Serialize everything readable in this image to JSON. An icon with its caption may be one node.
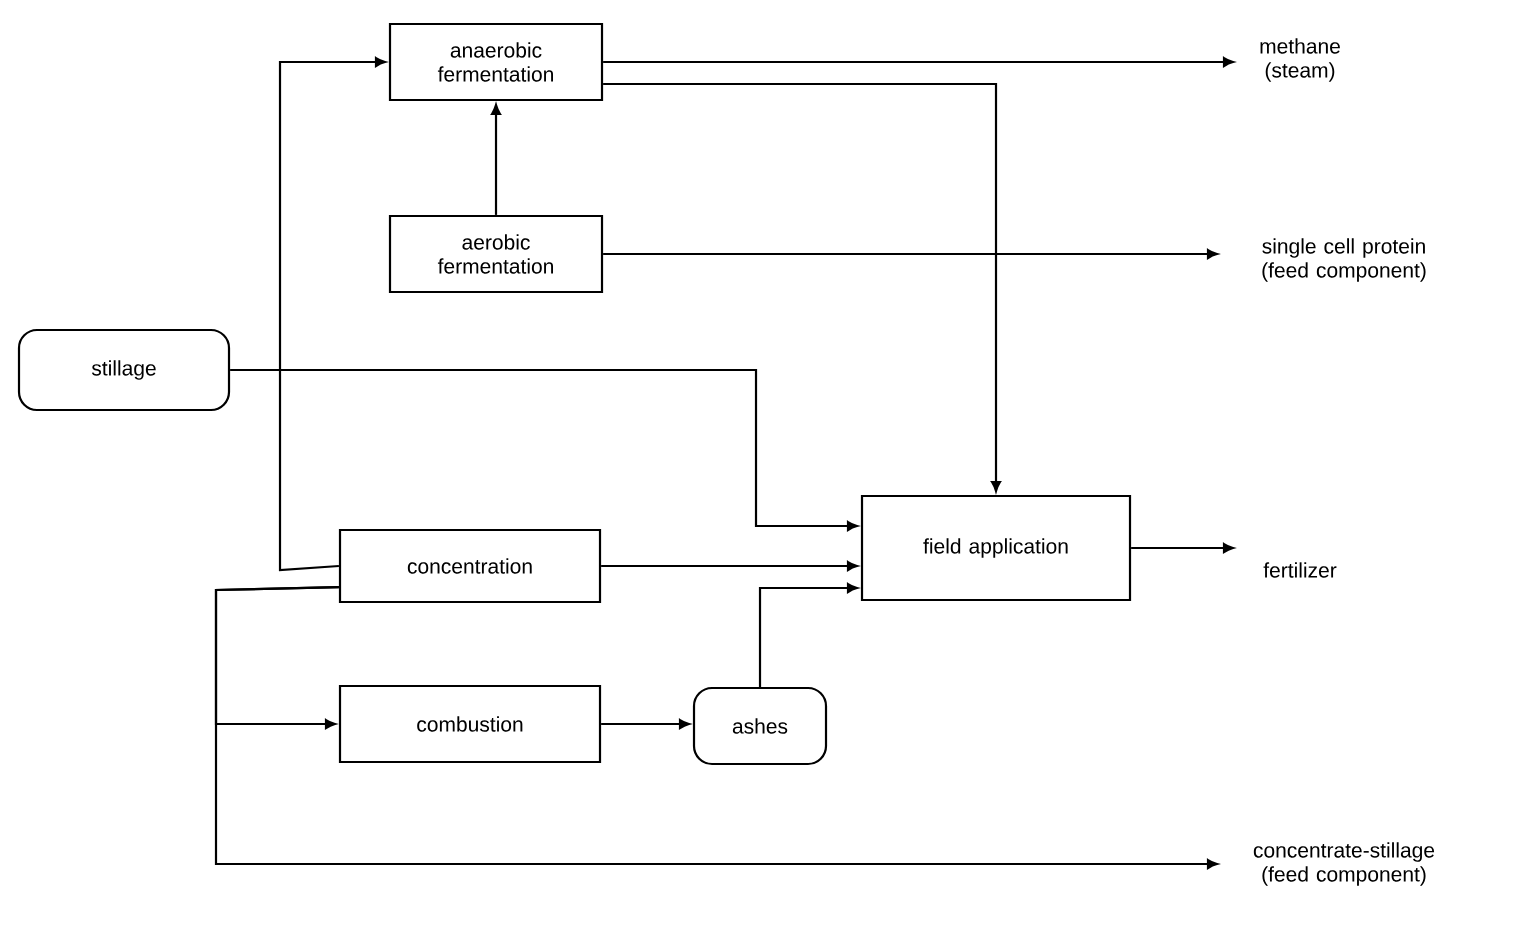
{
  "diagram": {
    "nodes": [
      {
        "text": [
          "stillage"
        ]
      },
      {
        "text": [
          "anaerobic fermentation"
        ]
      },
      {
        "text": [
          "aerobic fermentation"
        ]
      },
      {
        "text": [
          "concentration"
        ]
      },
      {
        "text": [
          "field application"
        ]
      },
      {
        "text": [
          "combustion"
        ]
      },
      {
        "text": [
          "ashes"
        ]
      },
      {
        "text": [
          "methane (steam)"
        ]
      },
      {
        "text": [
          "single cell protein (feed component)"
        ]
      },
      {
        "text": [
          "fertilizer"
        ]
      },
      {
        "text": [
          "concentrate-stillage (feed component)"
        ]
      }
    ],
    "edges": [
      {
        "from": 1,
        "to": 7,
        "arrow": "to"
      },
      {
        "from": 1,
        "to": 4,
        "arrow": "to"
      },
      {
        "from": 2,
        "to": 1,
        "arrow": "to"
      },
      {
        "from": 2,
        "to": 8,
        "arrow": "to"
      },
      {
        "from": 0,
        "to": 4,
        "arrow": "to"
      },
      {
        "from": 3,
        "to": 1,
        "arrow": "to"
      },
      {
        "from": 3,
        "to": 4,
        "arrow": "to"
      },
      {
        "from": 3,
        "to": 5,
        "arrow": "to"
      },
      {
        "from": 3,
        "to": 10,
        "arrow": "to"
      },
      {
        "from": 5,
        "to": 6,
        "arrow": "to"
      },
      {
        "from": 6,
        "to": 4,
        "arrow": "to"
      },
      {
        "from": 4,
        "to": 9,
        "arrow": "to"
      }
    ]
  }
}
